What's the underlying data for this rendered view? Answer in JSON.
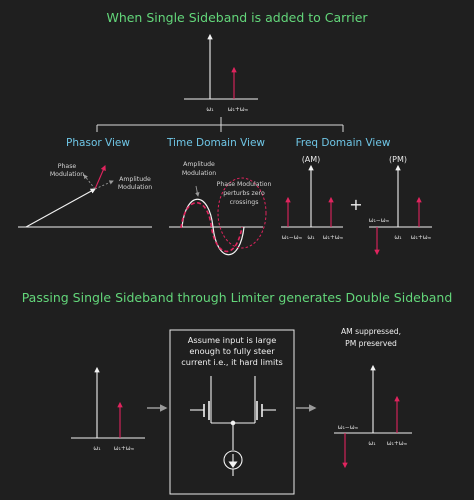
{
  "colors": {
    "background": "#1f1f1f",
    "title_green": "#63d67a",
    "heading_blue": "#6fc6e6",
    "carrier": "#f2f2f2",
    "sideband": "#e0245e",
    "gray": "#9a9a9a"
  },
  "top": {
    "title": "When Single Sideband is added to Carrier",
    "spectrum_labels": {
      "carrier": "ω₁",
      "sideband": "ω₁+ωₘ"
    }
  },
  "phasor_view": {
    "heading": "Phasor View",
    "phase_label_1": "Phase",
    "phase_label_2": "Modulation",
    "amp_label_1": "Amplitude",
    "amp_label_2": "Modulation"
  },
  "time_domain_view": {
    "heading": "Time Domain View",
    "amp_label_1": "Amplitude",
    "amp_label_2": "Modulation",
    "phase_label_1": "Phase Modulation",
    "phase_label_2": "perturbs zero",
    "phase_label_3": "crossings"
  },
  "freq_domain_view": {
    "heading": "Freq Domain View",
    "am_label": "(AM)",
    "pm_label": "(PM)",
    "plus": "+",
    "am_ticks": [
      "ω₁−ωₘ",
      "ω₁",
      "ω₁+ωₘ"
    ],
    "pm_ticks": [
      "ω₁−ωₘ",
      "ω₁",
      "ω₁+ωₘ"
    ]
  },
  "bottom": {
    "title": "Passing Single Sideband through Limiter generates Double Sideband",
    "input_ticks": [
      "ω₁",
      "ω₁+ωₘ"
    ],
    "box_line_1": "Assume input is large",
    "box_line_2": "enough to fully steer",
    "box_line_3": "current i.e., it hard limits",
    "out_note_1": "AM suppressed,",
    "out_note_2": "PM preserved",
    "output_ticks": [
      "ω₁−ωₘ",
      "ω₁",
      "ω₁+ωₘ"
    ]
  }
}
